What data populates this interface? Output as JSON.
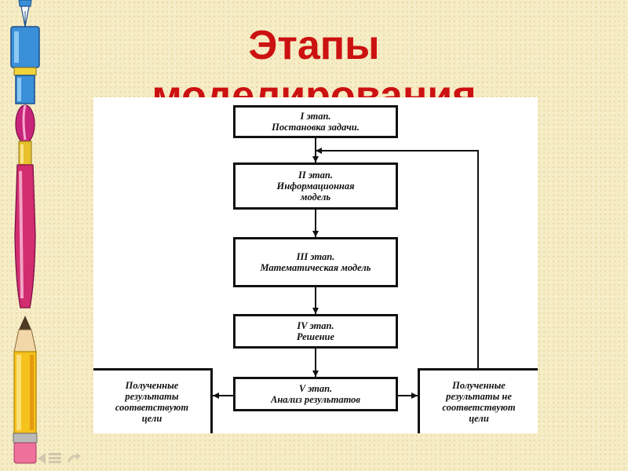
{
  "title": {
    "line1": "Этапы",
    "line2": "моделирования"
  },
  "diagram": {
    "stage1": {
      "line1": "I этап.",
      "line2": "Постановка задачи."
    },
    "stage2": {
      "line1": "II этап.",
      "line2": "Информационная",
      "line3": "модель"
    },
    "stage3": {
      "line1": "III этап.",
      "line2": "Математическая модель"
    },
    "stage4": {
      "line1": "IV этап.",
      "line2": "Решение"
    },
    "stage5": {
      "line1": "V этап.",
      "line2": "Анализ результатов"
    },
    "result_ok": {
      "line1": "Полученные",
      "line2": "результаты",
      "line3": "соответствуют",
      "line4": "цели"
    },
    "result_fail": {
      "line1": "Полученные",
      "line2": "результаты не",
      "line3": "соответствуют",
      "line4": "цели"
    }
  },
  "decor": {
    "icons": [
      "fountain-pen-icon",
      "paintbrush-icon",
      "pencil-icon"
    ],
    "colors": {
      "title": "#cc1111",
      "background": "#f6ecc4"
    }
  },
  "navigation": {
    "icons": [
      "back-arrow-icon",
      "menu-icon",
      "forward-arrow-icon"
    ]
  }
}
